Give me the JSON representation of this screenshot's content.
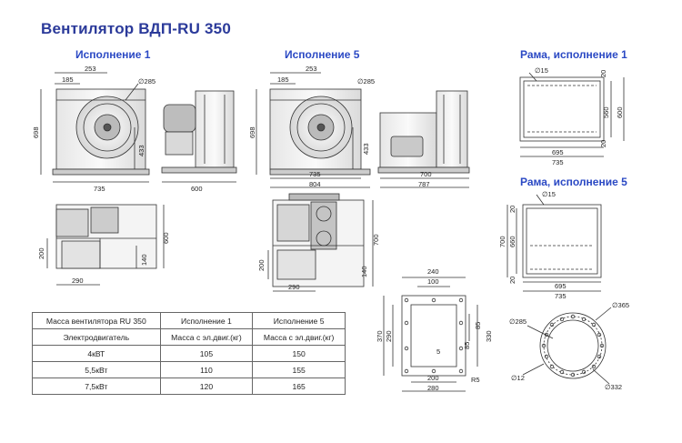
{
  "title": "Вентилятор ВДП-RU 350",
  "sections": {
    "isp1": "Исполнение 1",
    "isp5": "Исполнение 5",
    "frame1": "Рама, исполнение 1",
    "frame5": "Рама, исполнение 5"
  },
  "dims": {
    "isp1": {
      "d185": "185",
      "d253": "253",
      "d285": "∅285",
      "d698": "698",
      "d433": "433",
      "d735": "735",
      "d600": "600",
      "d200": "200",
      "d140": "140",
      "d290": "290",
      "d600v": "600"
    },
    "isp5": {
      "d185": "185",
      "d253": "253",
      "d285": "∅285",
      "d698": "698",
      "d433": "433",
      "d735": "735",
      "d804": "804",
      "d700": "700",
      "d787": "787",
      "d200": "200",
      "d140": "140",
      "d290": "290",
      "d700v": "700"
    },
    "frame1": {
      "d15": "∅15",
      "d20a": "20",
      "d560": "560",
      "d600": "600",
      "d20b": "20",
      "d695": "695",
      "d735": "735"
    },
    "frame5": {
      "d15": "∅15",
      "d700": "700",
      "d660": "660",
      "d20a": "20",
      "d20b": "20",
      "d695": "695",
      "d735": "735"
    },
    "flange": {
      "d240": "240",
      "d100": "100",
      "d85": "85",
      "d330": "330",
      "d85b": "85",
      "d290": "290",
      "d370": "370",
      "d5": "5",
      "d200": "200",
      "d280": "280",
      "r5": "R5"
    },
    "round": {
      "d365": "∅365",
      "d285": "∅285",
      "d12": "∅12",
      "d332": "∅332"
    }
  },
  "table": {
    "header": [
      "Масса вентилятора RU 350",
      "Исполнение 1",
      "Исполнение 5"
    ],
    "subheader": [
      "Электродвигатель",
      "Масса с эл.двиг.(кг)",
      "Масса с эл.двиг.(кг)"
    ],
    "rows": [
      [
        "4кВТ",
        "105",
        "150"
      ],
      [
        "5,5кВт",
        "110",
        "155"
      ],
      [
        "7,5кВт",
        "120",
        "165"
      ]
    ]
  }
}
